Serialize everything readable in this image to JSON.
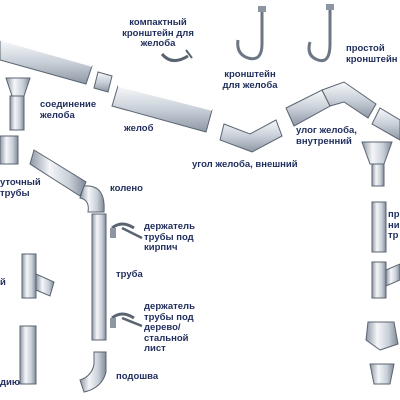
{
  "labels": {
    "compact_bracket": "компактный\nкронштейн для\nжелоба",
    "gutter_bracket": "кронштейн\nдля желоба",
    "simple_bracket": "простой\nкронштейн",
    "gutter_connector": "соединение\nжелоба",
    "gutter": "желоб",
    "gutter_corner_outer": "угол желоба, внешний",
    "gutter_corner_inner": "улог желоба,\nвнутренний",
    "funnel_fragment": "уточный\nтрубы",
    "elbow": "колено",
    "pipe_holder_brick": "держатель\nтрубы под\nкирпич",
    "pipe": "труба",
    "pipe_holder_wood": "держатель\nтрубы под\nдерево/\nстальной\nлист",
    "shoe": "подошва",
    "right_fragment": "пр\nни\nтр",
    "left_fragment_1": "й",
    "left_fragment_2": "дию"
  },
  "colors": {
    "metal_light": "#eef1f5",
    "metal_mid": "#c9d0d9",
    "metal_dark": "#8d97a4",
    "outline": "#5a6470",
    "label": "#1f2d5c"
  }
}
